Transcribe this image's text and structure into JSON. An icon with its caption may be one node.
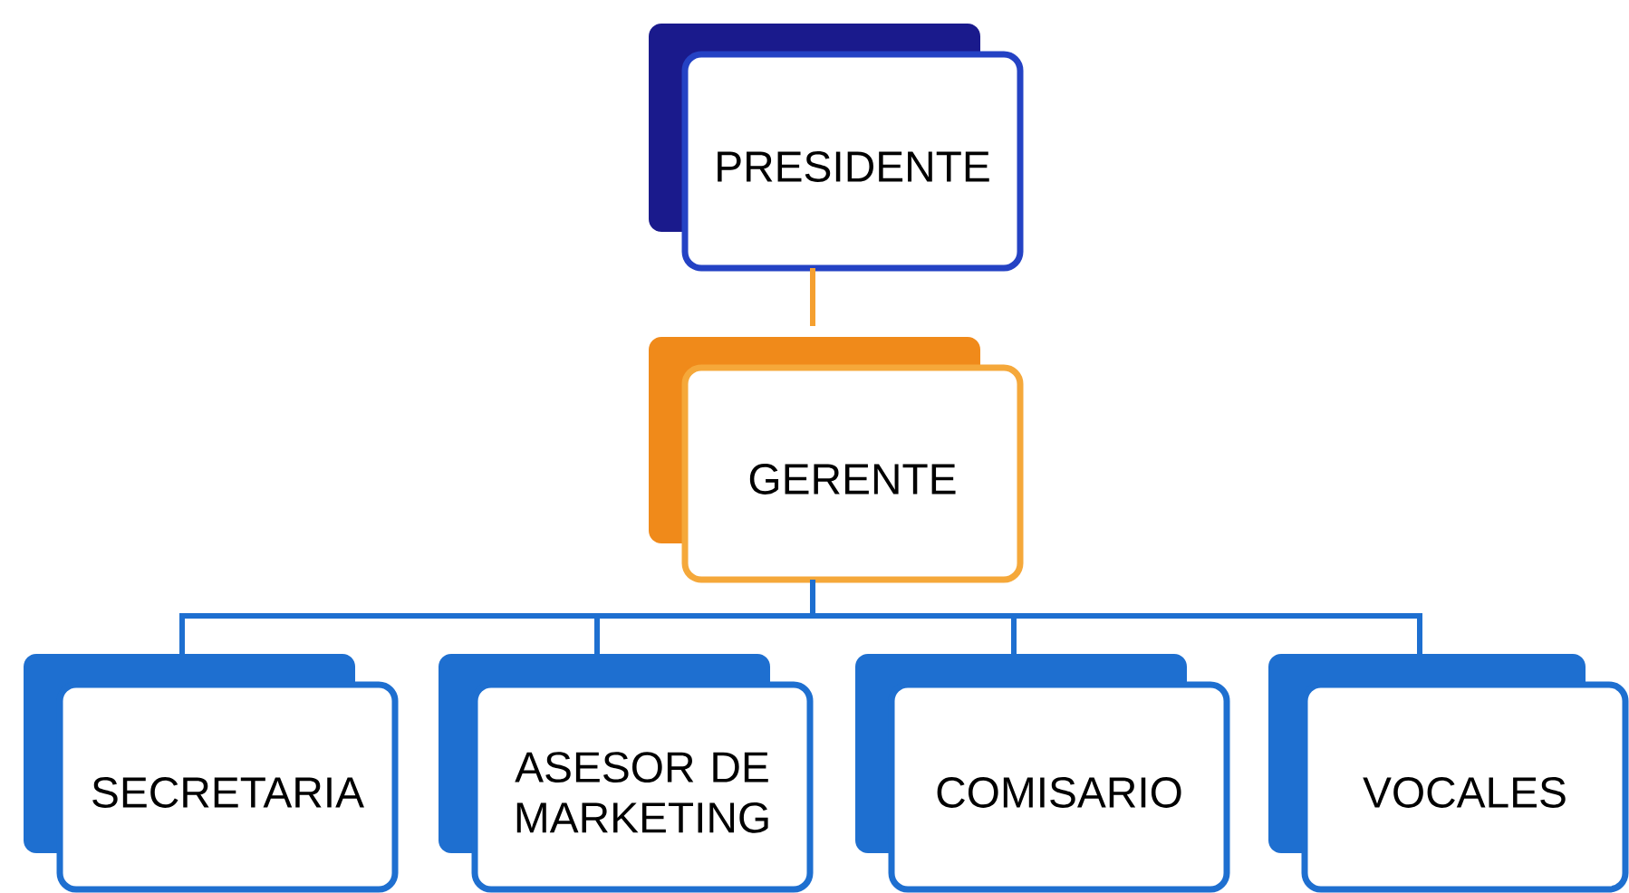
{
  "diagram": {
    "nodes": [
      {
        "text": [
          "PRESIDENTE"
        ]
      },
      {
        "text": [
          "GERENTE"
        ]
      },
      {
        "text": [
          "SECRETARIA"
        ]
      },
      {
        "text": [
          "ASESOR DE MARKETING"
        ]
      },
      {
        "text": [
          "COMISARIO"
        ]
      },
      {
        "text": [
          "VOCALES"
        ]
      }
    ],
    "edges": [
      {
        "from": 0,
        "to": 1,
        "arrow": "none",
        "color": "#f5a030"
      },
      {
        "from": 1,
        "to": 2,
        "arrow": "none"
      },
      {
        "from": 1,
        "to": 3,
        "arrow": "none"
      },
      {
        "from": 1,
        "to": 4,
        "arrow": "none"
      },
      {
        "from": 1,
        "to": 5,
        "arrow": "none"
      }
    ]
  }
}
